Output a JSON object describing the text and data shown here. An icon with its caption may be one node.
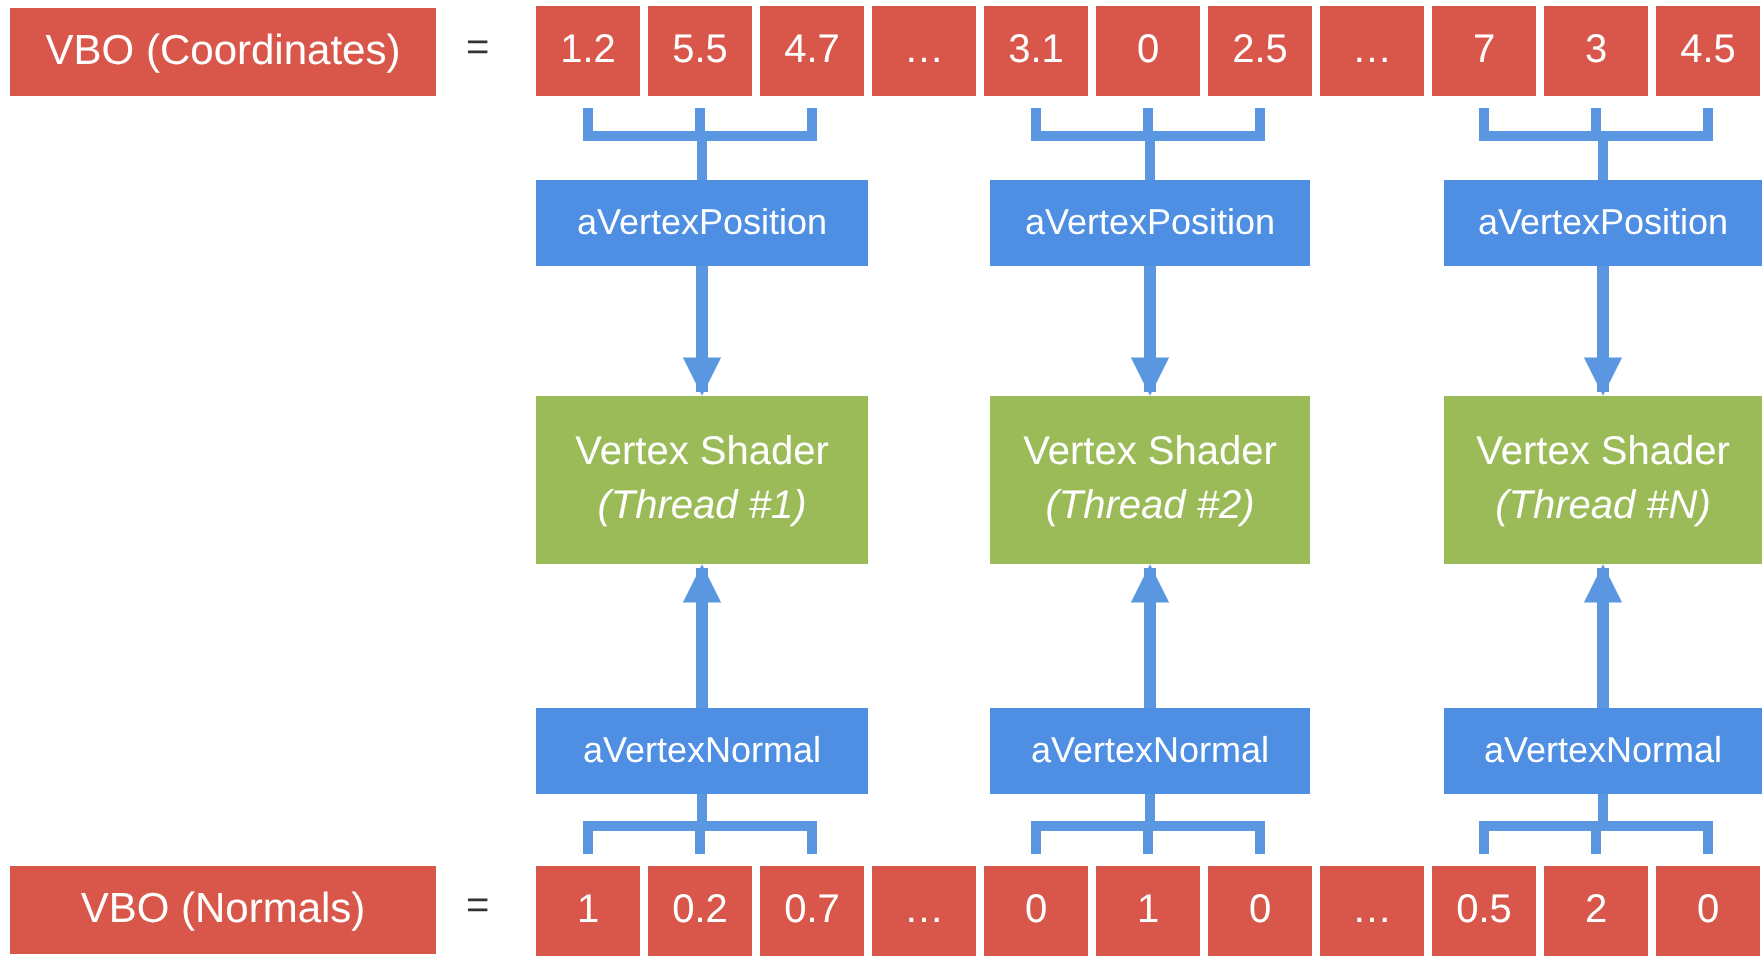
{
  "diagram": {
    "nodes": [
      {
        "text": [
          "VBO (Coordinates)"
        ]
      },
      {
        "text": [
          "1.2"
        ]
      },
      {
        "text": [
          "5.5"
        ]
      },
      {
        "text": [
          "4.7"
        ]
      },
      {
        "text": [
          "…"
        ]
      },
      {
        "text": [
          "3.1"
        ]
      },
      {
        "text": [
          "0"
        ]
      },
      {
        "text": [
          "2.5"
        ]
      },
      {
        "text": [
          "…"
        ]
      },
      {
        "text": [
          "7"
        ]
      },
      {
        "text": [
          "3"
        ]
      },
      {
        "text": [
          "4.5"
        ]
      },
      {
        "text": [
          "aVertexPosition"
        ]
      },
      {
        "text": [
          "aVertexPosition"
        ]
      },
      {
        "text": [
          "aVertexPosition"
        ]
      },
      {
        "text": [
          "Vertex Shader",
          "(Thread #1)"
        ]
      },
      {
        "text": [
          "Vertex Shader",
          "(Thread #2)"
        ]
      },
      {
        "text": [
          "Vertex Shader",
          "(Thread #N)"
        ]
      },
      {
        "text": [
          "aVertexNormal"
        ]
      },
      {
        "text": [
          "aVertexNormal"
        ]
      },
      {
        "text": [
          "aVertexNormal"
        ]
      },
      {
        "text": [
          "VBO (Normals)"
        ]
      },
      {
        "text": [
          "1"
        ]
      },
      {
        "text": [
          "0.2"
        ]
      },
      {
        "text": [
          "0.7"
        ]
      },
      {
        "text": [
          "…"
        ]
      },
      {
        "text": [
          "0"
        ]
      },
      {
        "text": [
          "1"
        ]
      },
      {
        "text": [
          "0"
        ]
      },
      {
        "text": [
          "…"
        ]
      },
      {
        "text": [
          "0.5"
        ]
      },
      {
        "text": [
          "2"
        ]
      },
      {
        "text": [
          "0"
        ]
      }
    ],
    "edges": [
      {
        "from": 1,
        "to": 12,
        "arrow": "none"
      },
      {
        "from": 2,
        "to": 12,
        "arrow": "none"
      },
      {
        "from": 3,
        "to": 12,
        "arrow": "none"
      },
      {
        "from": 5,
        "to": 13,
        "arrow": "none"
      },
      {
        "from": 6,
        "to": 13,
        "arrow": "none"
      },
      {
        "from": 7,
        "to": 13,
        "arrow": "none"
      },
      {
        "from": 9,
        "to": 14,
        "arrow": "none"
      },
      {
        "from": 10,
        "to": 14,
        "arrow": "none"
      },
      {
        "from": 11,
        "to": 14,
        "arrow": "none"
      },
      {
        "from": 12,
        "to": 15,
        "arrow": "to"
      },
      {
        "from": 13,
        "to": 16,
        "arrow": "to"
      },
      {
        "from": 14,
        "to": 17,
        "arrow": "to"
      },
      {
        "from": 18,
        "to": 15,
        "arrow": "to"
      },
      {
        "from": 19,
        "to": 16,
        "arrow": "to"
      },
      {
        "from": 20,
        "to": 17,
        "arrow": "to"
      },
      {
        "from": 22,
        "to": 18,
        "arrow": "none"
      },
      {
        "from": 23,
        "to": 18,
        "arrow": "none"
      },
      {
        "from": 24,
        "to": 18,
        "arrow": "none"
      },
      {
        "from": 26,
        "to": 19,
        "arrow": "none"
      },
      {
        "from": 27,
        "to": 19,
        "arrow": "none"
      },
      {
        "from": 28,
        "to": 19,
        "arrow": "none"
      },
      {
        "from": 30,
        "to": 20,
        "arrow": "none"
      },
      {
        "from": 31,
        "to": 20,
        "arrow": "none"
      },
      {
        "from": 32,
        "to": 20,
        "arrow": "none"
      }
    ],
    "labels": [
      "=",
      "="
    ]
  }
}
